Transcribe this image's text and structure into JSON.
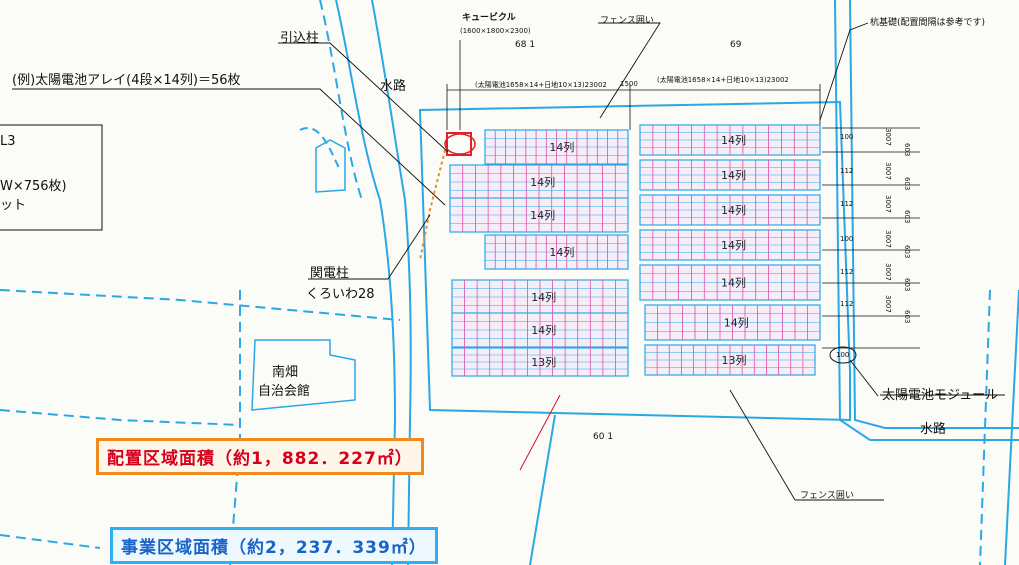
{
  "labels": {
    "cubicle": "キュービクル",
    "cubicle_dims": "(1600×1800×2300)",
    "fence_top": "フェンス囲い",
    "stake_note": "杭基礎(配置間隔は参考です)",
    "lead_pole": "引込柱",
    "array_example": "(例)太陽電池アレイ(4段×14列)＝56枚",
    "waterway_top": "水路",
    "partial_1": "L3",
    "partial_2": "W×756枚)",
    "partial_3": "ット",
    "kanden_pole": "関電柱",
    "kuroiwa": "くろいわ28",
    "minamihata_1": "南畑",
    "minamihata_2": "自治会館",
    "module": "太陽電池モジュール",
    "waterway_right": "水路",
    "fence_bottom": "フェンス囲い",
    "lot_left": "68 1",
    "lot_right": "69",
    "lot_bottom": "60 1",
    "dim_left": "(太陽電池1658×14+日地10×13)23002",
    "dim_mid": "1500",
    "dim_right": "(太陽電池1658×14+日地10×13)23002",
    "marker_100": "100"
  },
  "areas": {
    "layout_area": "配置区域面積（約1，882．227㎡）",
    "project_area": "事業区域面積（約2，237．339㎡）"
  },
  "arrays": {
    "left": [
      "14列",
      "14列",
      "14列",
      "14列",
      "14列",
      "14列",
      "13列"
    ],
    "right": [
      "14列",
      "14列",
      "14列",
      "14列",
      "14列",
      "14列",
      "13列"
    ]
  },
  "right_dims": [
    "100",
    "112",
    "112",
    "100",
    "112",
    "112"
  ],
  "right_spacing": [
    "3007",
    "3007",
    "3007",
    "3007",
    "3007",
    "3007"
  ],
  "right_gap": [
    "603",
    "603",
    "603",
    "603",
    "603",
    "603"
  ]
}
